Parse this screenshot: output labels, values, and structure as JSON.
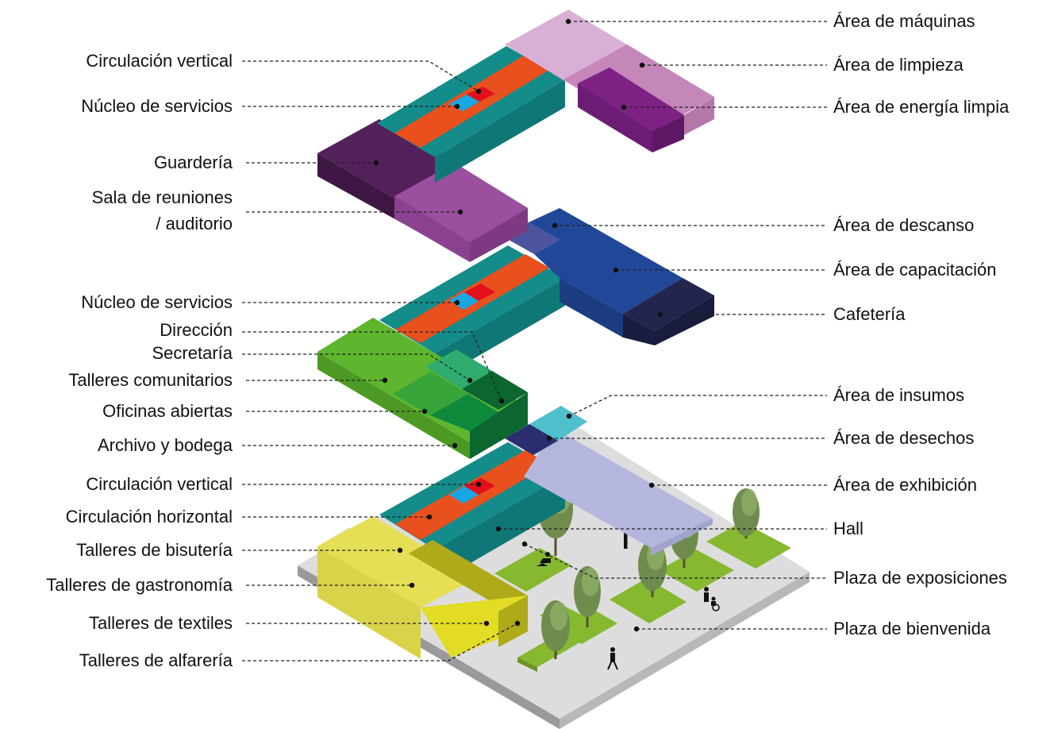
{
  "labels_left": [
    {
      "key": "circ_vert_top",
      "text": "Circulación vertical"
    },
    {
      "key": "nucleo_top",
      "text": "Núcleo de servicios"
    },
    {
      "key": "guarderia",
      "text": "Guardería"
    },
    {
      "key": "sala_1",
      "text": "Sala de reuniones"
    },
    {
      "key": "sala_2",
      "text": "/ auditorio"
    },
    {
      "key": "nucleo_mid",
      "text": "Núcleo de servicios"
    },
    {
      "key": "direccion",
      "text": "Dirección"
    },
    {
      "key": "secretaria",
      "text": "Secretaría"
    },
    {
      "key": "talleres_com",
      "text": "Talleres comunitarios"
    },
    {
      "key": "oficinas",
      "text": "Oficinas abiertas"
    },
    {
      "key": "archivo",
      "text": "Archivo y bodega"
    },
    {
      "key": "circ_vert_bot",
      "text": "Circulación vertical"
    },
    {
      "key": "circ_horiz",
      "text": "Circulación horizontal"
    },
    {
      "key": "bisuteria",
      "text": "Talleres de bisutería"
    },
    {
      "key": "gastronomia",
      "text": "Talleres de gastronomía"
    },
    {
      "key": "textiles",
      "text": "Talleres de textiles"
    },
    {
      "key": "alfareria",
      "text": "Talleres de alfarería"
    }
  ],
  "labels_right": [
    {
      "key": "maquinas",
      "text": "Área de máquinas"
    },
    {
      "key": "limpieza",
      "text": "Área de limpieza"
    },
    {
      "key": "energia",
      "text": "Área de energía limpia"
    },
    {
      "key": "descanso",
      "text": "Área de descanso"
    },
    {
      "key": "capacitacion",
      "text": "Área de capacitación"
    },
    {
      "key": "cafeteria",
      "text": "Cafetería"
    },
    {
      "key": "insumos",
      "text": "Área de insumos"
    },
    {
      "key": "desechos",
      "text": "Área de desechos"
    },
    {
      "key": "exhibicion",
      "text": "Área de exhibición"
    },
    {
      "key": "hall",
      "text": "Hall"
    },
    {
      "key": "plaza_expo",
      "text": "Plaza de exposiciones"
    },
    {
      "key": "plaza_bienv",
      "text": "Plaza de bienvenida"
    }
  ],
  "colors": {
    "teal": "#138c8a",
    "orange": "#e8501e",
    "red": "#e3101c",
    "blue": "#17a7e2",
    "pink_light": "#d9b0d5",
    "pink_mid": "#c586ba",
    "purple": "#7d2185",
    "plum_dark": "#54205c",
    "violet": "#9b4f9f",
    "blue_royal": "#214898",
    "blue_soft": "#4c549f",
    "navy": "#22264f",
    "green_light": "#5eb52e",
    "green_mid": "#38a53a",
    "green_dark": "#0f8a3d",
    "green_deep": "#0b6630",
    "green_mint": "#2fac6e",
    "lavender": "#b5b6dd",
    "cyan": "#4fbfcb",
    "navy_small": "#2a2d6f",
    "yellow_pale": "#e1e0b0",
    "yellow": "#e5df55",
    "yellow_bright": "#e2dc24",
    "olive": "#aeaa1a",
    "plaza": "#dedede",
    "grass": "#86b830"
  }
}
